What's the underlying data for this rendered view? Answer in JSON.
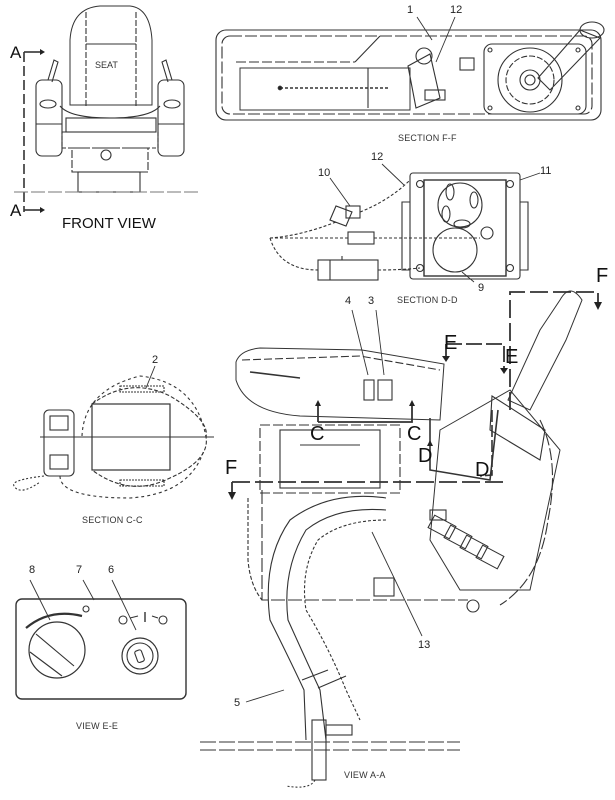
{
  "diagram": {
    "views": {
      "front_view": {
        "title": "FRONT VIEW",
        "seat_label": "SEAT",
        "section_marker": "A"
      },
      "section_ff": {
        "title": "SECTION F-F"
      },
      "section_dd": {
        "title": "SECTION D-D"
      },
      "section_cc": {
        "title": "SECTION C-C"
      },
      "view_ee": {
        "title": "VIEW E-E"
      },
      "view_aa": {
        "title": "VIEW A-A"
      }
    },
    "section_markers": {
      "a": "A",
      "c": "C",
      "d": "D",
      "e": "E",
      "f": "F"
    },
    "callouts": {
      "c1": "1",
      "c2": "2",
      "c3": "3",
      "c4": "4",
      "c5": "5",
      "c6": "6",
      "c7": "7",
      "c8": "8",
      "c9": "9",
      "c10": "10",
      "c11": "11",
      "c12a": "12",
      "c12b": "12",
      "c13": "13"
    },
    "switch_symbols": {
      "off": "O",
      "on": "I"
    },
    "colors": {
      "line": "#333333",
      "background": "#ffffff"
    }
  }
}
